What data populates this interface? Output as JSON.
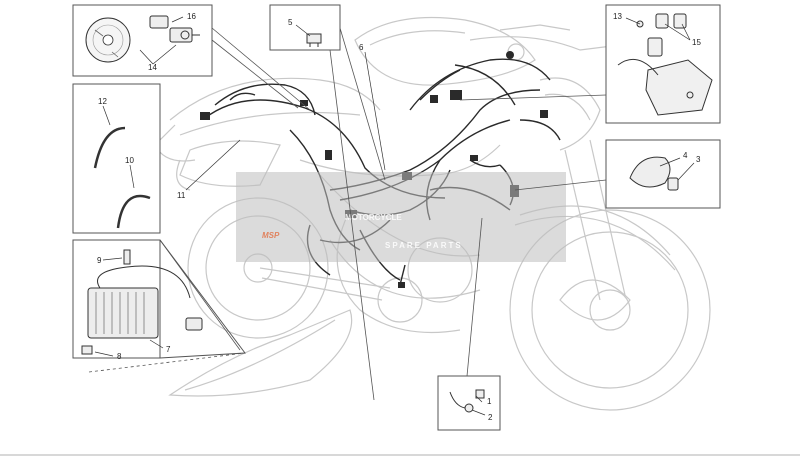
{
  "callouts": {
    "c1": "1",
    "c2": "2",
    "c3": "3",
    "c4": "4",
    "c5": "5",
    "c6": "6",
    "c7": "7",
    "c8": "8",
    "c9": "9",
    "c10": "10",
    "c11": "11",
    "c12": "12",
    "c13": "13",
    "c14": "14",
    "c15": "15",
    "c16": "16"
  },
  "watermark": {
    "logo_text": "MSP",
    "brand": "MOTORCYCLE",
    "sub": "SPARE PARTS"
  },
  "colors": {
    "outline": "#c8c8c8",
    "wire": "#2a2a2a",
    "box": "#555555",
    "watermark_band": "#bdbdbd",
    "watermark_logo": "#e2744a"
  },
  "icons": {
    "cd": "cd-disc-icon",
    "sensor": "sensor-part-icon",
    "regulator": "voltage-regulator-icon",
    "fuse": "fuse-icon"
  }
}
